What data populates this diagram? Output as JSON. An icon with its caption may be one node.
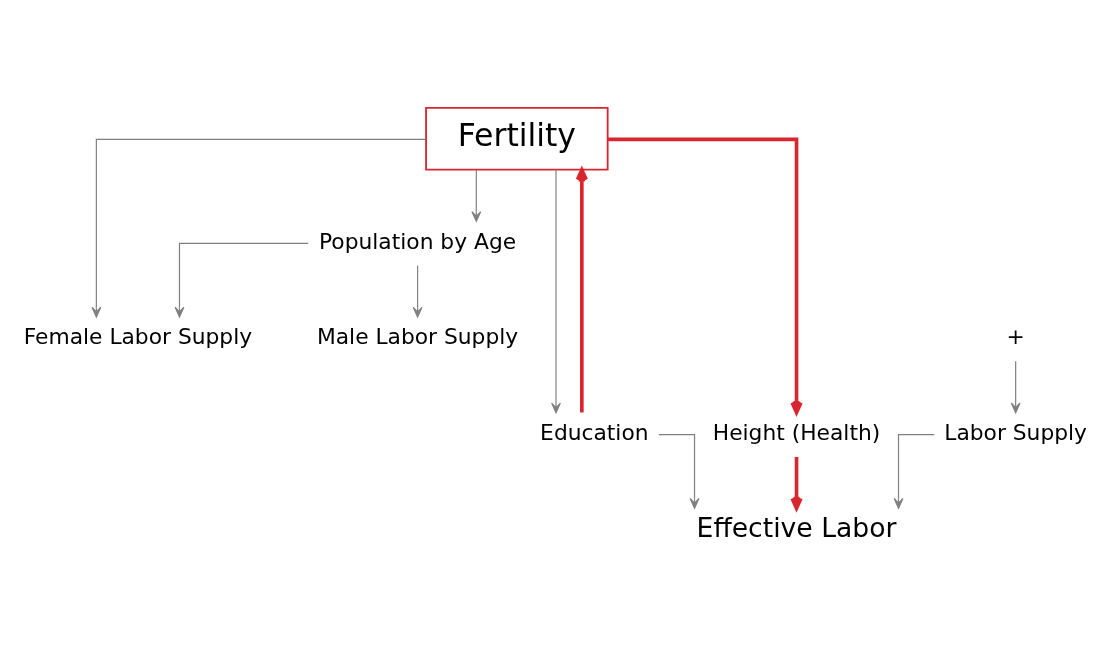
{
  "diagram": {
    "nodes": [
      {
        "text": [
          "Fertility"
        ]
      },
      {
        "text": [
          "Population by Age"
        ]
      },
      {
        "text": [
          "Female Labor Supply"
        ]
      },
      {
        "text": [
          "+"
        ]
      },
      {
        "text": [
          "Male Labor Supply"
        ]
      },
      {
        "text": [
          "Education"
        ]
      },
      {
        "text": [
          "Height (Health)"
        ]
      },
      {
        "text": [
          "Labor Supply"
        ]
      },
      {
        "text": [
          "Effective Labor"
        ]
      }
    ],
    "edges": [
      {
        "from": 0,
        "to": 5,
        "arrow": "to"
      },
      {
        "from": 5,
        "to": 0,
        "arrow": "to",
        "style": "thick",
        "color": "#d9262e"
      },
      {
        "from": 0,
        "to": 6,
        "arrow": "to",
        "style": "thick",
        "color": "#d9262e"
      },
      {
        "from": 0,
        "to": 1,
        "arrow": "to"
      },
      {
        "from": 0,
        "to": 2,
        "arrow": "to"
      },
      {
        "from": 1,
        "to": 2,
        "arrow": "to"
      },
      {
        "from": 1,
        "to": 4,
        "arrow": "to"
      },
      {
        "from": 3,
        "to": 7,
        "arrow": "to"
      },
      {
        "from": 5,
        "to": 8,
        "arrow": "to"
      },
      {
        "from": 6,
        "to": 8,
        "arrow": "to",
        "style": "thick",
        "color": "#d9262e"
      },
      {
        "from": 7,
        "to": 8,
        "arrow": "to"
      }
    ]
  }
}
